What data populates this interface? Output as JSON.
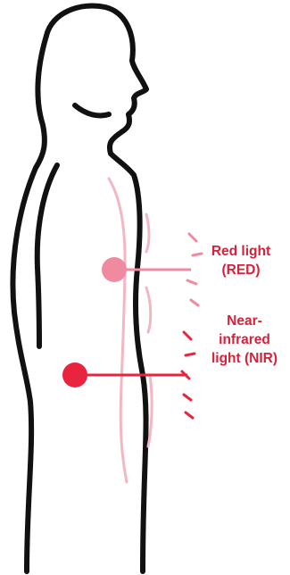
{
  "labels": {
    "red_line1": "Red light",
    "red_line2": "(RED)",
    "nir_line1": "Near-",
    "nir_line2": "infrared",
    "nir_line3": "light (NIR)"
  },
  "colors": {
    "outline": "#111111",
    "red_light": "#f08aa0",
    "nir_light": "#e8243f",
    "glow": "#f3b7c4",
    "label_text": "#d8203a"
  }
}
